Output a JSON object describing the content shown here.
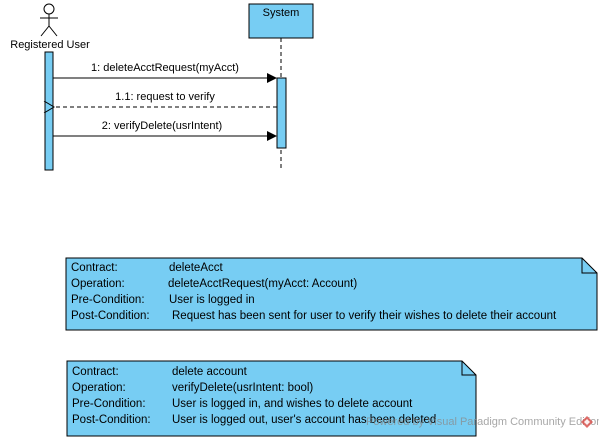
{
  "diagram": {
    "actor": {
      "name": "Registered User"
    },
    "system": {
      "name": "System"
    },
    "messages": [
      {
        "label": "1: deleteAcctRequest(myAcct)"
      },
      {
        "label": "1.1: request to verify"
      },
      {
        "label": "2: verifyDelete(usrIntent)"
      }
    ]
  },
  "notes": [
    {
      "rows": [
        {
          "key": "Contract:",
          "value": "deleteAcct"
        },
        {
          "key": "Operation:",
          "value": "deleteAcctRequest(myAcct: Account)"
        },
        {
          "key": "Pre-Condition:",
          "value": "User is logged in"
        },
        {
          "key": "Post-Condition:",
          "value": "Request has been sent for user to verify their wishes to delete their account"
        }
      ]
    },
    {
      "rows": [
        {
          "key": "Contract:",
          "value": "delete account"
        },
        {
          "key": "Operation:",
          "value": "verifyDelete(usrIntent: bool)"
        },
        {
          "key": "Pre-Condition:",
          "value": "User is logged in, and wishes to delete account"
        },
        {
          "key": "Post-Condition:",
          "value": "User is logged out, user's account has been deleted"
        }
      ]
    }
  ],
  "watermark": "Powered by Visual Paradigm Community Edition",
  "colors": {
    "fill": "#77cdf3",
    "stroke": "#000000",
    "lifeline": "#000000"
  }
}
